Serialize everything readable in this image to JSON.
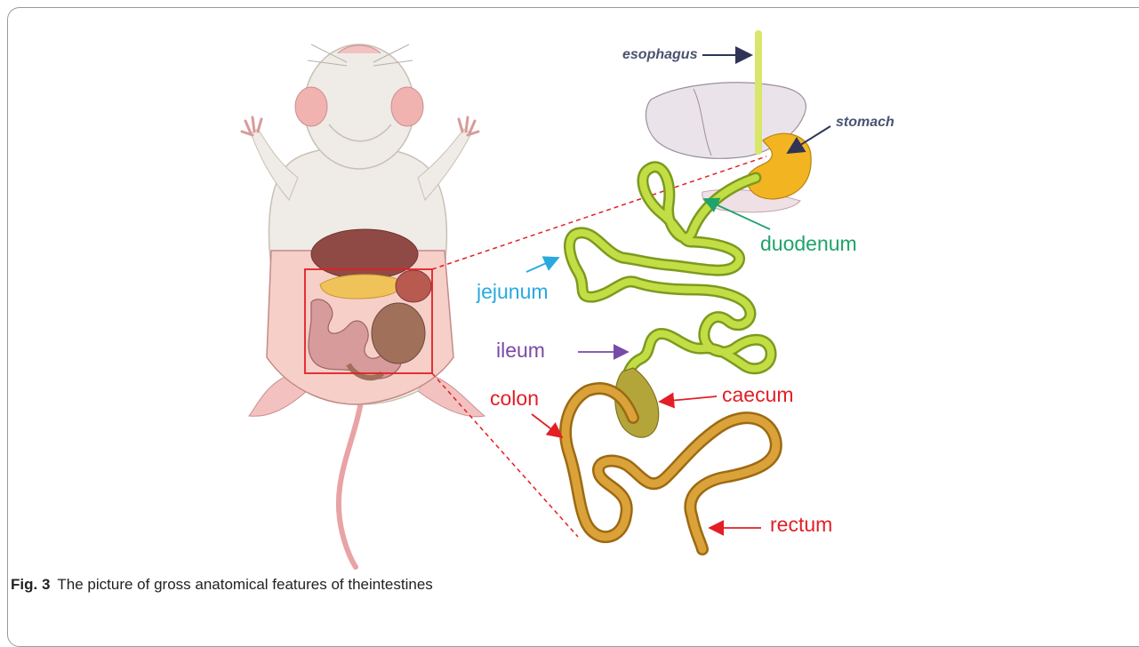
{
  "figure": {
    "labels": {
      "esophagus": "esophagus",
      "stomach": "stomach",
      "duodenum": "duodenum",
      "jejunum": "jejunum",
      "ileum": "ileum",
      "colon": "colon",
      "caecum": "caecum",
      "rectum": "rectum"
    },
    "colors": {
      "esophagus": "#4a5370",
      "stomach": "#4a5370",
      "duodenum": "#1ea36a",
      "jejunum": "#29a9df",
      "ileum": "#7a4aa8",
      "colon": "#e21f26",
      "caecum": "#e21f26",
      "rectum": "#e21f26",
      "small_intestine": "#b7d33a",
      "large_intestine": "#d69a2a",
      "zoom_box": "#e21f26"
    }
  },
  "caption": {
    "number": "Fig. 3",
    "text": "The picture of gross anatomical features of theintestines"
  }
}
